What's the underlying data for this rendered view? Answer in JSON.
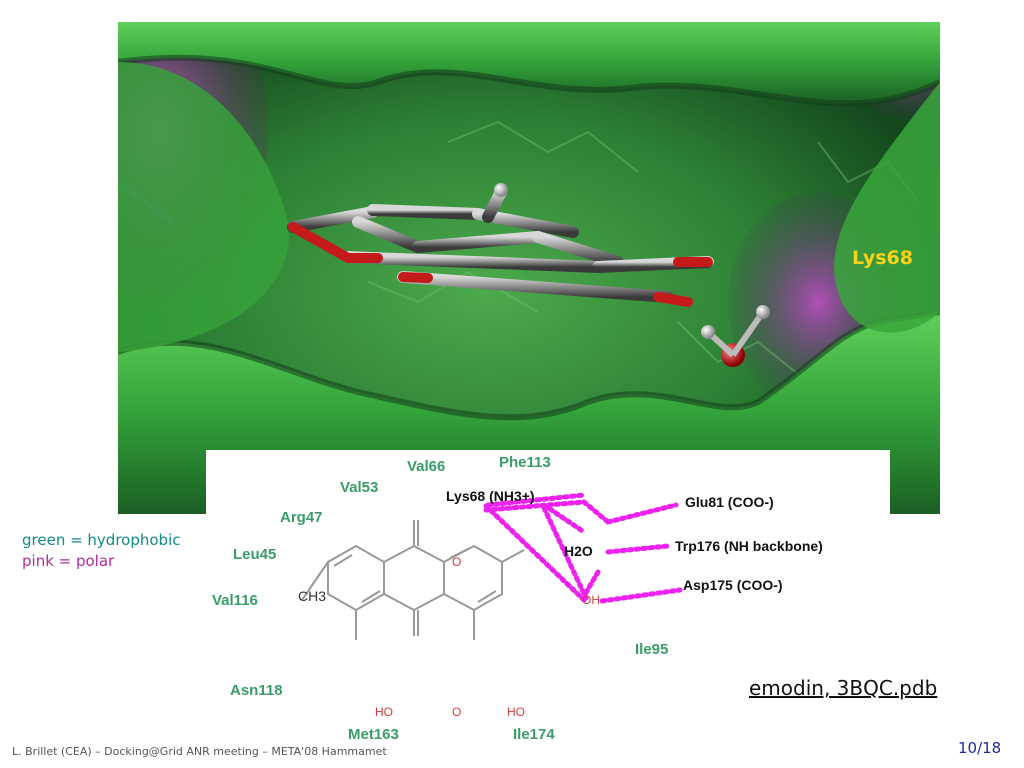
{
  "structure_label": "Lys68",
  "legend": {
    "hydrophobic": "green = hydrophobic",
    "polar": "pink = polar"
  },
  "residues": {
    "val66": "Val66",
    "phe113": "Phe113",
    "val53": "Val53",
    "arg47": "Arg47",
    "leu45": "Leu45",
    "val116": "Val116",
    "asn118": "Asn118",
    "met163": "Met163",
    "ile174": "Ile174",
    "ile95": "Ile95"
  },
  "interactions": {
    "lys68": "Lys68 (NH3+)",
    "glu81": "Glu81 (COO-)",
    "h2o": "H2O",
    "trp176": "Trp176 (NH backbone)",
    "asp175": "Asp175 (COO-)"
  },
  "atoms": {
    "ch3": "CH3",
    "o_top": "O",
    "oh_right": "OH",
    "ho_left": "HO",
    "o_bottom": "O",
    "ho_right": "HO"
  },
  "caption": "emodin, 3BQC.pdb",
  "footer": "L. Brillet (CEA) – Docking@Grid ANR meeting – META'08 Hammamet",
  "page_number": "10/18",
  "colors": {
    "hydrophobic": "#118a8a",
    "polar": "#b02aa0",
    "hbond": "#ee22ee",
    "residue_text": "#3a9c68",
    "highlight": "#ffd21a",
    "page_number": "#1d2a9a"
  }
}
